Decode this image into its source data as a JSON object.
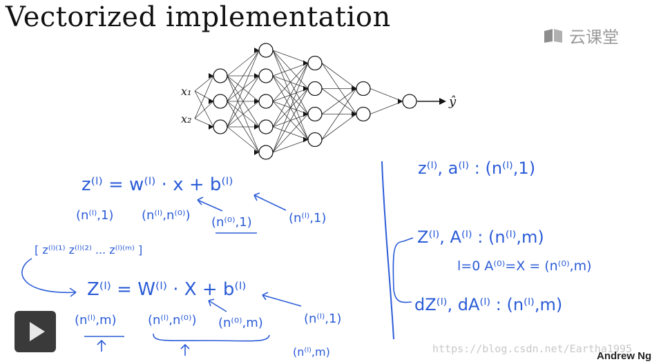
{
  "slide": {
    "title": "Vectorized implementation",
    "author": "Andrew Ng",
    "watermark": "https://blog.csdn.net/Eartha1995",
    "logo_text": "云课堂"
  },
  "network": {
    "inputs": [
      "x₁",
      "x₂"
    ],
    "output": "ŷ",
    "layer_sizes": [
      3,
      5,
      4,
      2,
      1
    ]
  },
  "notes_left": {
    "eq1": "z⁽ˡ⁾ = w⁽ˡ⁾ · x + b⁽ˡ⁾",
    "dim_z": "(n⁽ˡ⁾,1)",
    "dim_w": "(n⁽ˡ⁾,n⁽⁰⁾)",
    "dim_x": "(n⁽⁰⁾,1)",
    "dim_b": "(n⁽ˡ⁾,1)",
    "stack": "[ z⁽ˡ⁾⁽¹⁾ z⁽ˡ⁾⁽²⁾ ... z⁽ˡ⁾⁽ᵐ⁾ ]",
    "eq2": "Z⁽ˡ⁾ = W⁽ˡ⁾ · X + b⁽ˡ⁾",
    "dim_Z": "(n⁽ˡ⁾,m)",
    "dim_W": "(n⁽ˡ⁾,n⁽⁰⁾)",
    "dim_X": "(n⁽⁰⁾,m)",
    "dim_b2": "(n⁽ˡ⁾,1)",
    "dim_b_broadcast": "(n⁽ˡ⁾,m)"
  },
  "notes_right": {
    "line1": "z⁽ˡ⁾, a⁽ˡ⁾ : (n⁽ˡ⁾,1)",
    "line2": "Z⁽ˡ⁾, A⁽ˡ⁾ : (n⁽ˡ⁾,m)",
    "line3": "l=0   A⁽⁰⁾=X = (n⁽⁰⁾,m)",
    "line4": "dZ⁽ˡ⁾, dA⁽ˡ⁾ : (n⁽ˡ⁾,m)"
  },
  "colors": {
    "ink": "#2a5bd7",
    "text": "#111111",
    "player": "#3a3a3a"
  },
  "icons": {
    "play": "play-icon",
    "logo": "book-icon"
  }
}
